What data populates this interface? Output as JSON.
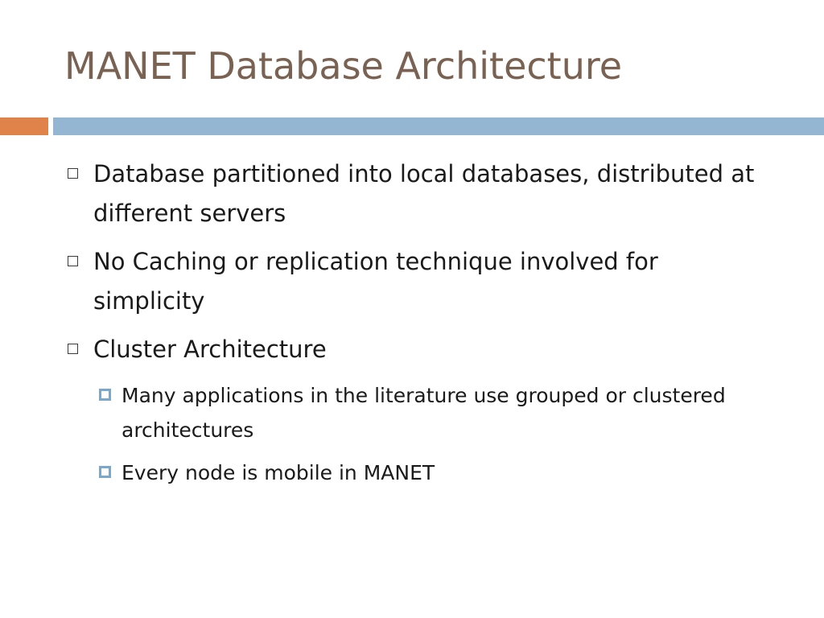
{
  "slide": {
    "title": "MANET Database Architecture",
    "bullets": [
      {
        "level": 1,
        "text": "Database partitioned into local databases, distributed at different servers"
      },
      {
        "level": 1,
        "text": "No Caching or replication technique involved for simplicity"
      },
      {
        "level": 1,
        "text": "Cluster Architecture"
      },
      {
        "level": 2,
        "text": "Many applications in the literature use grouped or clustered architectures"
      },
      {
        "level": 2,
        "text": "Every node is mobile in MANET"
      }
    ]
  },
  "colors": {
    "title": "#7a6252",
    "accent_orange": "#e0834a",
    "accent_blue": "#94b6d2",
    "sub_bullet": "#7ba7cf"
  }
}
